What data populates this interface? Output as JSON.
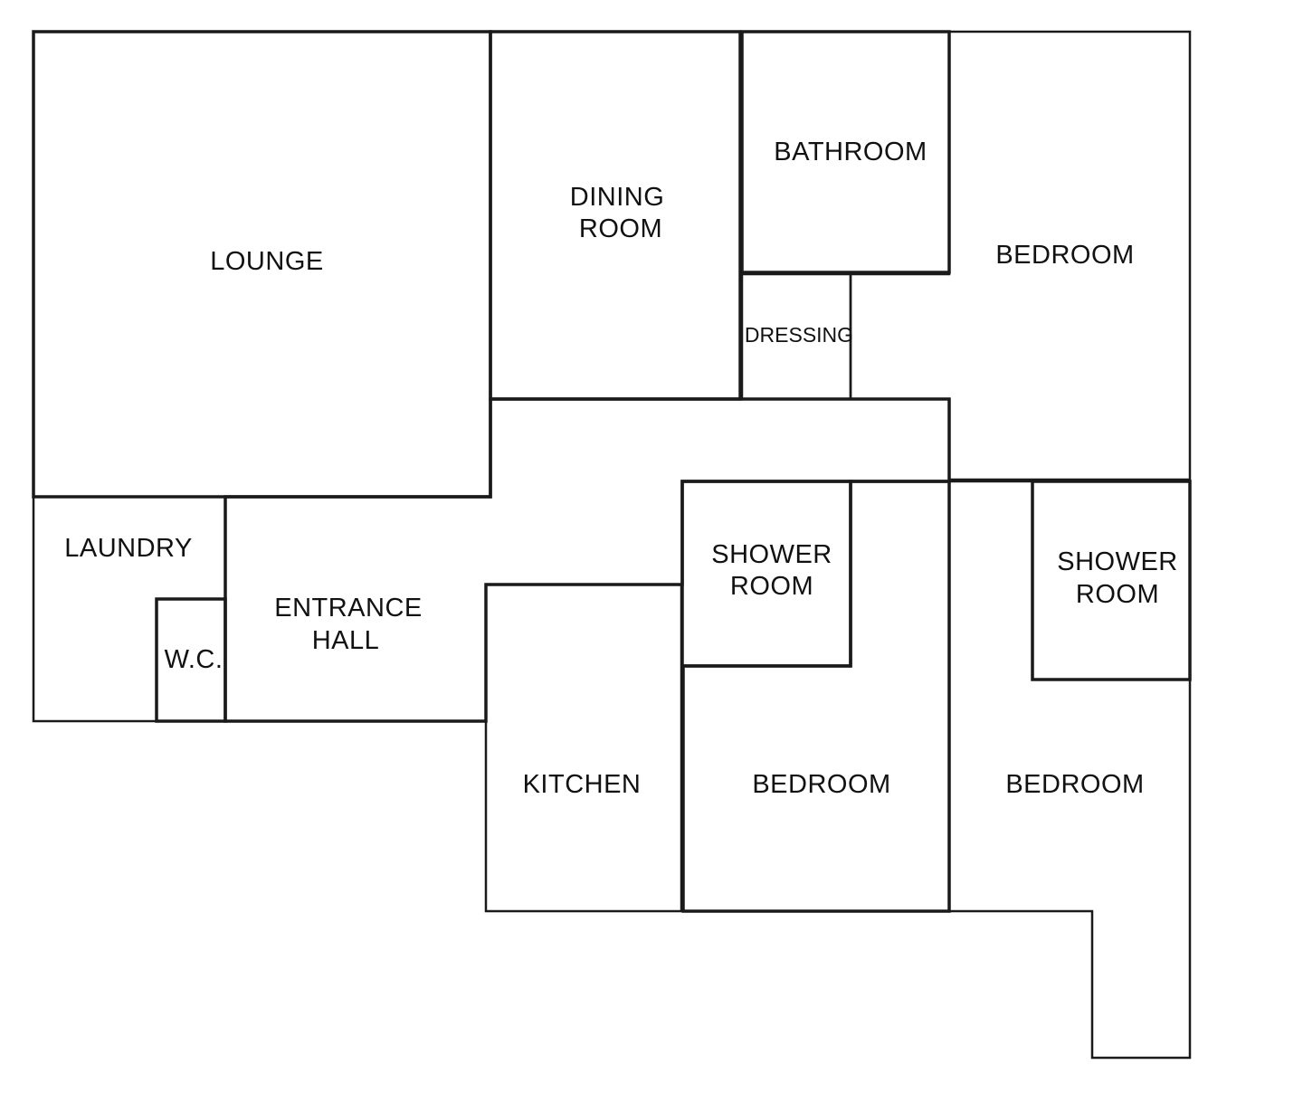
{
  "floorplan": {
    "rooms": {
      "lounge": {
        "label": "LOUNGE"
      },
      "dining": {
        "line1": "DINING",
        "line2": "ROOM"
      },
      "bathroom": {
        "label": "BATHROOM"
      },
      "bedroom_main": {
        "label": "BEDROOM"
      },
      "dressing": {
        "label": "DRESSING"
      },
      "laundry": {
        "label": "LAUNDRY"
      },
      "wc": {
        "label": "W.C."
      },
      "entrance": {
        "line1": "ENTRANCE",
        "line2": "HALL"
      },
      "shower_1": {
        "line1": "SHOWER",
        "line2": "ROOM"
      },
      "shower_2": {
        "line1": "SHOWER",
        "line2": "ROOM"
      },
      "kitchen": {
        "label": "KITCHEN"
      },
      "bedroom_2": {
        "label": "BEDROOM"
      },
      "bedroom_3": {
        "label": "BEDROOM"
      }
    }
  }
}
